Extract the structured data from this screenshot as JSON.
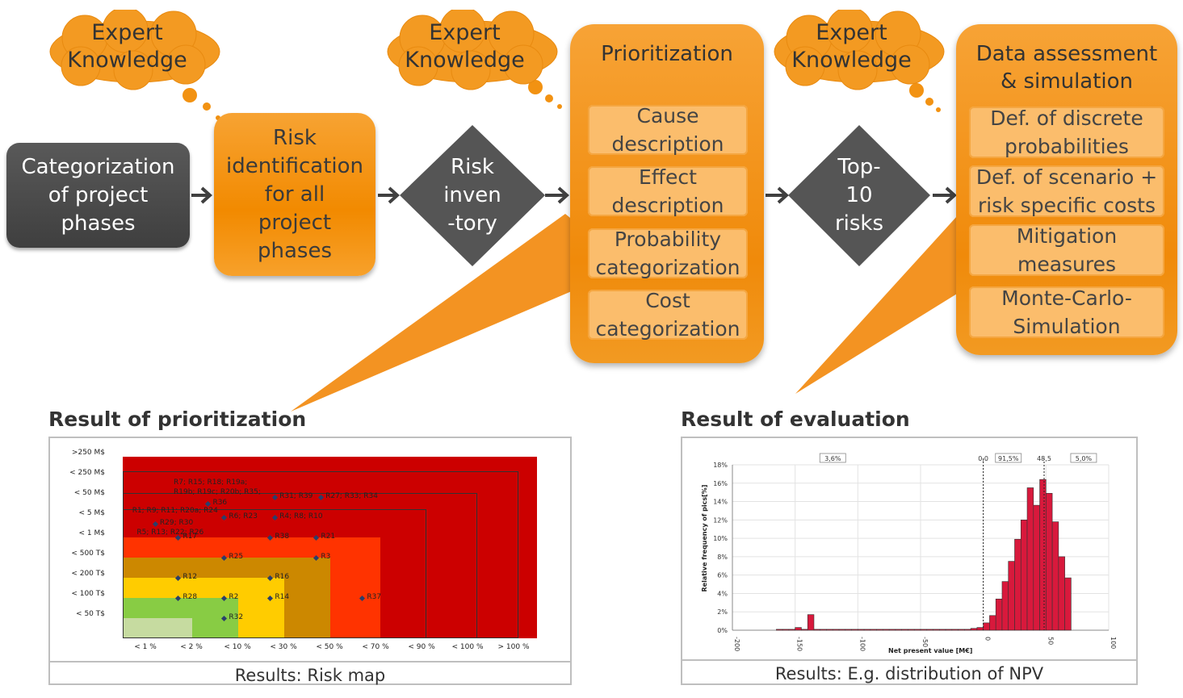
{
  "clouds": [
    {
      "line1": "Expert",
      "line2": "Knowledge"
    },
    {
      "line1": "Expert",
      "line2": "Knowledge"
    },
    {
      "line1": "Expert",
      "line2": "Knowledge"
    }
  ],
  "steps": {
    "categorization": {
      "l1": "Categorization",
      "l2": "of project",
      "l3": "phases"
    },
    "identification": {
      "l1": "Risk",
      "l2": "identification",
      "l3": "for all",
      "l4": "project",
      "l5": "phases"
    },
    "inventory": {
      "l1": "Risk",
      "l2": "inven",
      "l3": "-tory"
    },
    "top10": {
      "l1": "Top-",
      "l2": "10",
      "l3": "risks"
    }
  },
  "prioritization": {
    "title": "Prioritization",
    "items": [
      {
        "l1": "Cause",
        "l2": "description"
      },
      {
        "l1": "Effect",
        "l2": "description"
      },
      {
        "l1": "Probability",
        "l2": "categorization"
      },
      {
        "l1": "Cost",
        "l2": "categorization"
      }
    ]
  },
  "assessment": {
    "title1": "Data assessment",
    "title2": "& simulation",
    "items": [
      {
        "l1": "Def. of discrete",
        "l2": "probabilities"
      },
      {
        "l1": "Def. of scenario +",
        "l2": "risk specific costs"
      },
      {
        "l1": "Mitigation",
        "l2": "measures"
      },
      {
        "l1": "Monte-Carlo-",
        "l2": "Simulation"
      }
    ]
  },
  "results": {
    "prioritization_heading": "Result of prioritization",
    "evaluation_heading": "Result of evaluation",
    "riskmap_caption": "Results: Risk map",
    "npv_caption": "Results: E.g. distribution of NPV"
  },
  "riskmap": {
    "y_labels": [
      ">250 M$",
      "< 250 M$",
      "< 50 M$",
      "< 5 M$",
      "< 1 M$",
      "< 500 T$",
      "< 200 T$",
      "< 100 T$",
      "< 50 T$"
    ],
    "x_labels": [
      "< 1 %",
      "< 2 %",
      "< 10 %",
      "< 30 %",
      "< 50 %",
      "< 70 %",
      "< 90 %",
      "< 100 %",
      "> 100 %"
    ],
    "risks": [
      {
        "t": "R7; R15; R18; R19a;",
        "col": 1,
        "row": 1.3
      },
      {
        "t": "R19b; R19c; R20b; R35;",
        "col": 1,
        "row": 1.8
      },
      {
        "t": "R36",
        "col": 1.85,
        "row": 2.3
      },
      {
        "t": "R1; R9; R11; R20a; R24",
        "col": 0.1,
        "row": 2.7
      },
      {
        "t": "R31; R39",
        "col": 3.3,
        "row": 2.0
      },
      {
        "t": "R27; R33; R34",
        "col": 4.3,
        "row": 2.0
      },
      {
        "t": "R29; R30",
        "col": 0.7,
        "row": 3.3
      },
      {
        "t": "R5; R13; R22; R26",
        "col": 0.2,
        "row": 3.8
      },
      {
        "t": "R6; R23",
        "col": 2.2,
        "row": 3.0
      },
      {
        "t": "R4; R8; R10",
        "col": 3.3,
        "row": 3.0
      },
      {
        "t": "R17",
        "col": 1.2,
        "row": 4.0
      },
      {
        "t": "R38",
        "col": 3.2,
        "row": 4.0
      },
      {
        "t": "R21",
        "col": 4.2,
        "row": 4.0
      },
      {
        "t": "R25",
        "col": 2.2,
        "row": 5.0
      },
      {
        "t": "R3",
        "col": 4.2,
        "row": 5.0
      },
      {
        "t": "R12",
        "col": 1.2,
        "row": 6.0
      },
      {
        "t": "R16",
        "col": 3.2,
        "row": 6.0
      },
      {
        "t": "R28",
        "col": 1.2,
        "row": 7.0
      },
      {
        "t": "R2",
        "col": 2.2,
        "row": 7.0
      },
      {
        "t": "R14",
        "col": 3.2,
        "row": 7.0
      },
      {
        "t": "R37",
        "col": 5.2,
        "row": 7.0
      },
      {
        "t": "R32",
        "col": 2.2,
        "row": 8.0
      }
    ]
  },
  "chart_data": {
    "type": "bar",
    "title": "",
    "xlabel": "Net present value [M€]",
    "ylabel": "Relative frequency of pics[%]",
    "xlim": [
      -200,
      100
    ],
    "ylim": [
      0,
      18
    ],
    "x_ticks": [
      "-200",
      "-150",
      "-100",
      "-50",
      "0",
      "50",
      "100"
    ],
    "y_ticks": [
      "0%",
      "2%",
      "4%",
      "6%",
      "8%",
      "10%",
      "12%",
      "14%",
      "16%",
      "18%"
    ],
    "bin_width": 5,
    "x": [
      -165,
      -160,
      -155,
      -150,
      -145,
      -140,
      -135,
      -130,
      -125,
      -120,
      -115,
      -110,
      -105,
      -100,
      -95,
      -90,
      -85,
      -80,
      -75,
      -70,
      -65,
      -60,
      -55,
      -50,
      -45,
      -40,
      -35,
      -30,
      -25,
      -20,
      -15,
      -10,
      -5,
      0,
      5,
      10,
      15,
      20,
      25,
      30,
      35,
      40,
      45,
      50
    ],
    "values": [
      0.1,
      0.1,
      0.1,
      0.3,
      0.1,
      1.7,
      0.1,
      0.1,
      0.1,
      0.1,
      0.1,
      0.1,
      0.1,
      0.1,
      0.1,
      0.1,
      0.1,
      0.1,
      0.1,
      0.1,
      0.1,
      0.1,
      0.1,
      0.1,
      0.1,
      0.1,
      0.1,
      0.1,
      0.1,
      0.1,
      0.1,
      0.2,
      0.3,
      0.8,
      1.6,
      3.4,
      5.3,
      7.5,
      9.9,
      12.0,
      15.5,
      13.6,
      16.4,
      14.9,
      11.8,
      8.0,
      5.7
    ],
    "annotations": [
      {
        "text": "3,6%",
        "pos": "left"
      },
      {
        "text": "0,0",
        "pos": "line1"
      },
      {
        "text": "91,5%",
        "pos": "middle"
      },
      {
        "text": "48,5",
        "pos": "line2"
      },
      {
        "text": "5,0%",
        "pos": "right"
      }
    ],
    "colors": {
      "bar": "#d8193c",
      "bar_edge": "#333333"
    }
  }
}
